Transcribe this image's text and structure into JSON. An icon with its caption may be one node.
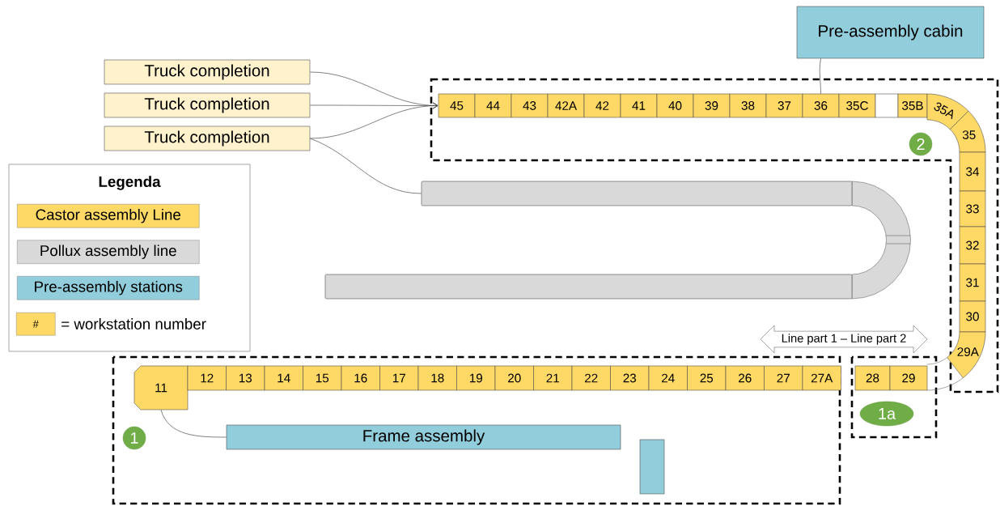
{
  "diagram": {
    "nodes": [
      {
        "text": [
          "Pre-assembly cabin"
        ]
      },
      {
        "text": [
          "Truck completion"
        ]
      },
      {
        "text": [
          "Truck completion"
        ]
      },
      {
        "text": [
          "Truck completion"
        ]
      },
      {
        "text": [
          "45"
        ]
      },
      {
        "text": [
          "44"
        ]
      },
      {
        "text": [
          "43"
        ]
      },
      {
        "text": [
          "42A"
        ]
      },
      {
        "text": [
          "42"
        ]
      },
      {
        "text": [
          "41"
        ]
      },
      {
        "text": [
          "40"
        ]
      },
      {
        "text": [
          "39"
        ]
      },
      {
        "text": [
          "38"
        ]
      },
      {
        "text": [
          "37"
        ]
      },
      {
        "text": [
          "36"
        ]
      },
      {
        "text": [
          "35C"
        ]
      },
      {
        "text": [],
        "shape": "box"
      },
      {
        "text": [
          "35B"
        ]
      },
      {
        "text": [
          "35A"
        ]
      },
      {
        "text": [
          "35"
        ]
      },
      {
        "text": [
          "2"
        ]
      },
      {
        "text": [],
        "shape": "bar"
      },
      {
        "text": [
          "34"
        ]
      },
      {
        "text": [
          "33"
        ]
      },
      {
        "text": [
          "32"
        ]
      },
      {
        "text": [
          "31"
        ]
      },
      {
        "text": [
          "30"
        ]
      },
      {
        "text": [],
        "shape": "bar"
      },
      {
        "text": [
          "Line part 1 – Line part 2"
        ]
      },
      {
        "text": [
          "29A"
        ]
      },
      {
        "text": [
          "11"
        ]
      },
      {
        "text": [
          "12"
        ]
      },
      {
        "text": [
          "13"
        ]
      },
      {
        "text": [
          "14"
        ]
      },
      {
        "text": [
          "15"
        ]
      },
      {
        "text": [
          "16"
        ]
      },
      {
        "text": [
          "17"
        ]
      },
      {
        "text": [
          "18"
        ]
      },
      {
        "text": [
          "19"
        ]
      },
      {
        "text": [
          "20"
        ]
      },
      {
        "text": [
          "21"
        ]
      },
      {
        "text": [
          "22"
        ]
      },
      {
        "text": [
          "23"
        ]
      },
      {
        "text": [
          "24"
        ]
      },
      {
        "text": [
          "25"
        ]
      },
      {
        "text": [
          "26"
        ]
      },
      {
        "text": [
          "27"
        ]
      },
      {
        "text": [
          "27A"
        ]
      },
      {
        "text": [
          "28"
        ]
      },
      {
        "text": [
          "29"
        ]
      },
      {
        "text": [
          "1a"
        ]
      },
      {
        "text": [
          "1"
        ]
      },
      {
        "text": [
          "Frame assembly"
        ]
      },
      {
        "text": [],
        "shape": "box"
      }
    ],
    "edges": [
      {
        "from": 1,
        "to": 4,
        "arrow": "to"
      },
      {
        "from": 2,
        "to": 4,
        "arrow": "to"
      },
      {
        "from": 3,
        "to": 4,
        "arrow": "to"
      },
      {
        "from": 3,
        "to": 21,
        "arrow": "none"
      },
      {
        "from": 0,
        "to": 14,
        "arrow": "none"
      },
      {
        "from": 30,
        "to": 52,
        "arrow": "none"
      }
    ],
    "labels": [
      "Legenda",
      "#"
    ],
    "legend": [
      {
        "text": "Castor assembly Line",
        "color": "#ffd966"
      },
      {
        "text": "Pollux assembly line",
        "color": "#d9d9d9"
      },
      {
        "text": "Pre-assembly stations",
        "color": "#92cddc"
      },
      {
        "text": "= workstation number",
        "color": "#ffd966"
      }
    ]
  }
}
